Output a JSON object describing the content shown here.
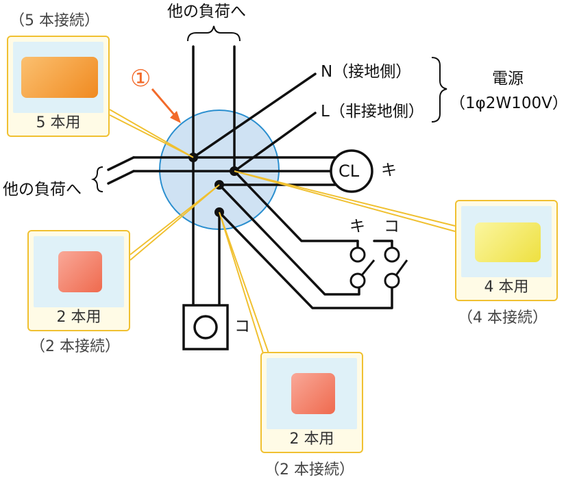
{
  "labels": {
    "other_load_top": "他の負荷へ",
    "other_load_left": "他の負荷へ",
    "neutral": "N（接地側）",
    "line": "L（非接地側）",
    "power_title": "電源",
    "power_spec": "（1φ2W100V）",
    "marker": "①",
    "cl": "CL",
    "ki_light": "キ",
    "switch_ki": "キ",
    "switch_ko": "コ",
    "outlet_ko": "コ"
  },
  "connectors": [
    {
      "id": "5",
      "caption": "5 本用",
      "note": "（5 本接続）",
      "color": "#f5a030"
    },
    {
      "id": "2a",
      "caption": "2 本用",
      "note": "（2 本接続）",
      "color": "#f4866a"
    },
    {
      "id": "4",
      "caption": "4 本用",
      "note": "（4 本接続）",
      "color": "#f2ee5a"
    },
    {
      "id": "2b",
      "caption": "2 本用",
      "note": "（2 本接続）",
      "color": "#f4866a"
    }
  ],
  "colors": {
    "box_fill": "#cfe2f3",
    "box_stroke": "#2b8fcf",
    "card_border": "#f0c030",
    "card_fill": "#fffbe6",
    "leader": "#f0c030",
    "marker": "#f26a2a"
  }
}
